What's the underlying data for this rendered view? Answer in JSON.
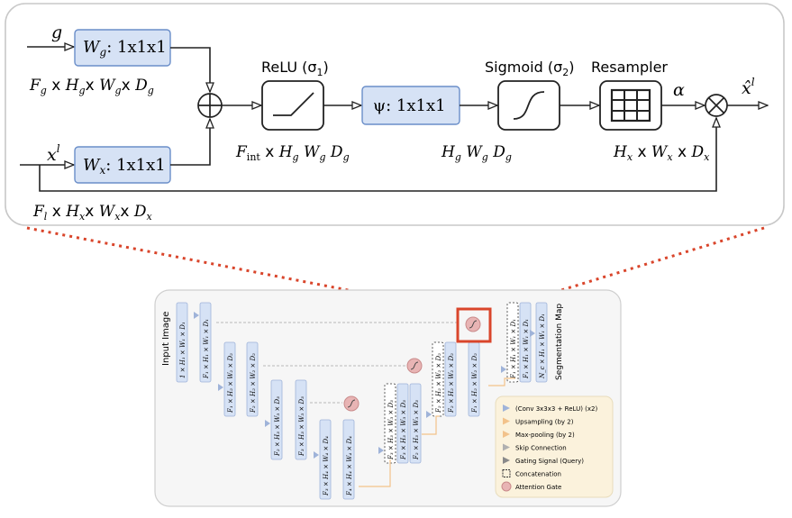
{
  "top": {
    "g_label": "g",
    "xl_label": "x",
    "xl_sup": "l",
    "wg_label": "W",
    "wg_sub": "g",
    "wg_rest": ": 1x1x1",
    "wx_label": "W",
    "wx_sub": "x",
    "wx_rest": ": 1x1x1",
    "fg_dims": "F_g x H_g x W_g x D_g",
    "fl_dims": "F_l x H_x x W_x x D_x",
    "relu_title": "ReLU (σ",
    "relu_sub": "1",
    "fint_dims": "F_int x H_g W_g D_g",
    "psi_label": "ψ: 1x1x1",
    "sigmoid_title": "Sigmoid (σ",
    "sigmoid_sub": "2",
    "hgwgdg": "H_g W_g D_g",
    "resampler_title": "Resampler",
    "hx_dims": "H_x x W_x x D_x",
    "alpha": "α",
    "output_label": "x̂",
    "output_sup": "l"
  },
  "bottom": {
    "input_label": "Input Image",
    "seg_label": "Segmentation Map",
    "blocks": [
      "1 × H₁ × W₁ × D₁",
      "F₁ × H₁ × W₁ × D₁",
      "F₁ × H₂ × W₂ × D₂",
      "F₂ × H₂ × W₂ × D₂",
      "F₂ × H₃ × W₃ × D₃",
      "F₃ × H₃ × W₃ × D₃",
      "F₃ × H₄ × W₄ × D₄",
      "F₄ × H₄ × W₄ × D₄",
      "F₃ × H₃ × W₃ × D₃",
      "F₃ × H₃ × W₃ × D₃",
      "F₂ × H₃ × W₃ × D₃",
      "F₂ × H₂ × W₂ × D₂",
      "F₂ × H₂ × W₂ × D₂",
      "F₁ × H₂ × W₂ × D₂",
      "F₁ × H₁ × W₁ × D₁",
      "F₁ × H₁ × W₁ × D₁",
      "N_c × H₁ × W₁ × D₁"
    ],
    "legend": [
      {
        "label": "(Conv 3x3x3 + ReLU) (x2)",
        "color": "#9fb3d9"
      },
      {
        "label": "Upsampling (by 2)",
        "color": "#f2c28a"
      },
      {
        "label": "Max-pooling (by 2)",
        "color": "#f2c28a"
      },
      {
        "label": "Skip Connection",
        "color": "#b0b0b0"
      },
      {
        "label": "Gating Signal (Query)",
        "color": "#8a8a8a"
      },
      {
        "label": "Concatenation",
        "color": "#333333"
      },
      {
        "label": "Attention Gate",
        "color": "#e8b4b4"
      }
    ]
  },
  "colors": {
    "box_fill": "#d6e2f5",
    "box_stroke": "#6a8ec9",
    "zoom": "#d9452b"
  }
}
